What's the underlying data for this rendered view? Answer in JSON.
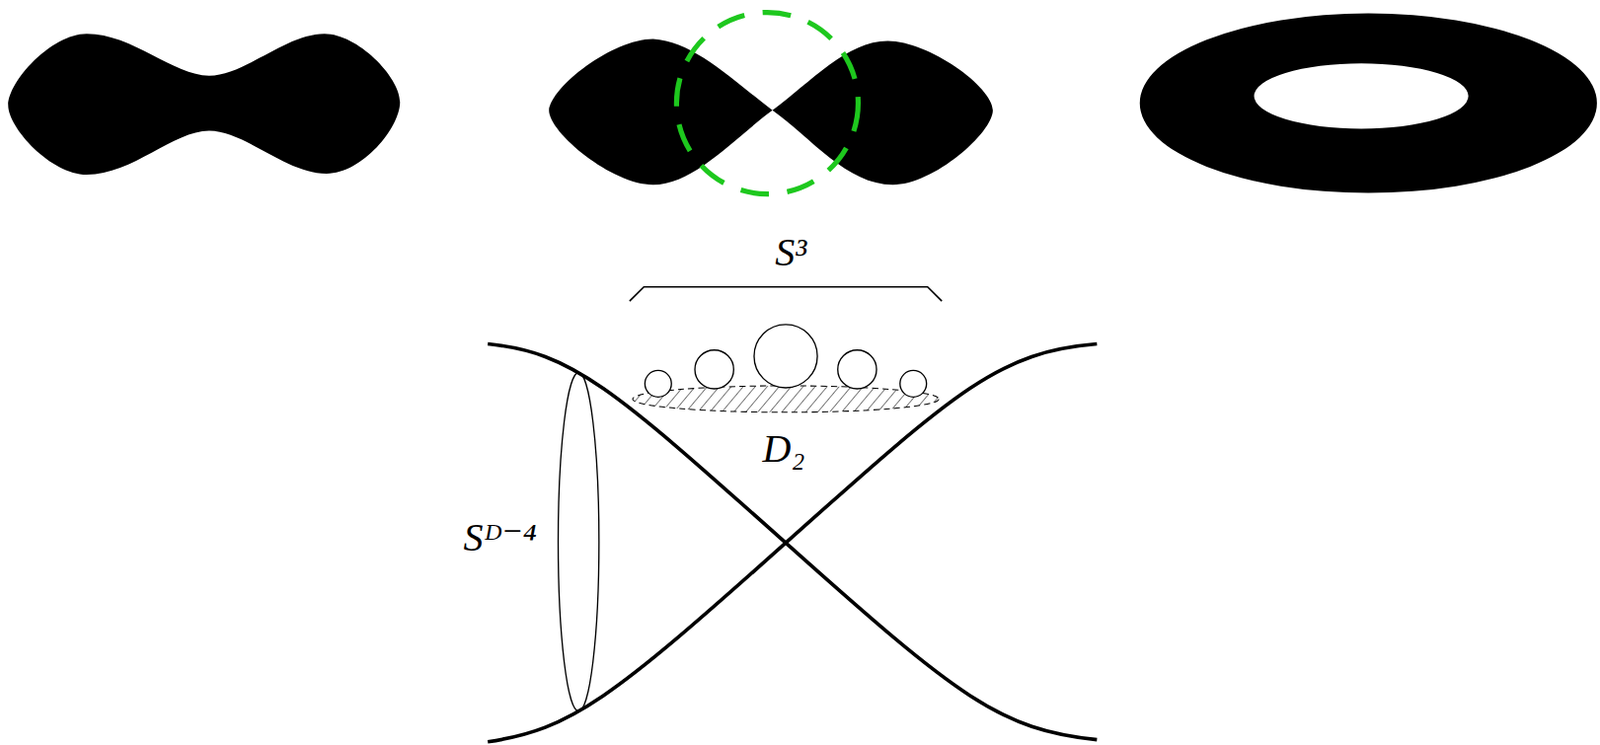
{
  "diagram": {
    "labels": [
      "S³",
      "D₂",
      "Sᴰ⁻⁴"
    ]
  }
}
